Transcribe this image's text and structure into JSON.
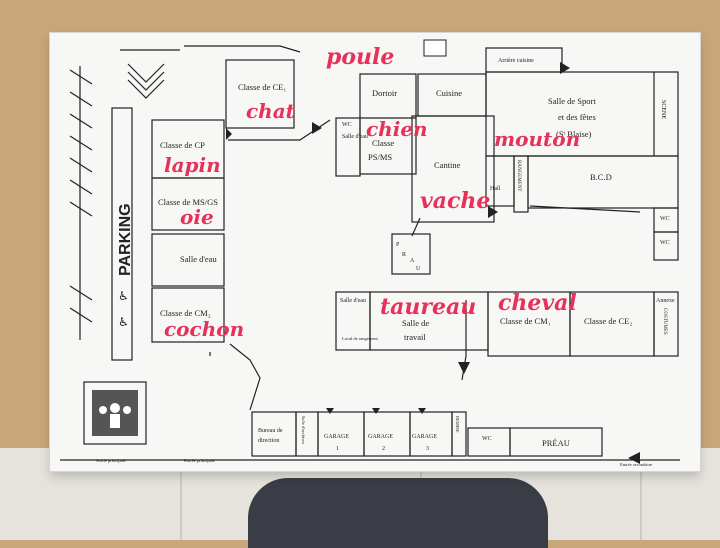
{
  "plan": {
    "rooms": {
      "ce1": "Classe de CE₁",
      "cp": "Classe de CP",
      "msgs": "Classe de MS/GS",
      "salle_eau": "Salle d'eau",
      "cm2": "Classe de CM₂",
      "wc_small": "WC",
      "salle_d_eau_small": "Salle d'eau",
      "dortoir": "Dortoir",
      "classe_psms_1": "Classe",
      "classe_psms_2": "PS/MS",
      "cuisine": "Cuisine",
      "arriere_cuisine": "Arrière cuisine",
      "cantine": "Cantine",
      "sport_1": "Salle de Sport",
      "sport_2": "et des fêtes",
      "sport_3": "(Sᵗ Blaise)",
      "scene": "SCENE",
      "hall": "Hall",
      "rangement": "RANGEMENT",
      "bcd": "B.C.D",
      "wc_f": "WC",
      "wc_m": "WC",
      "salle_deau_2": "Salle d'eau",
      "local_rangement": "Local de rangement",
      "salle_travail_1": "Salle de",
      "salle_travail_2": "travail",
      "cm1": "Classe de CM₁",
      "ce2": "Classe de CE₂",
      "annexe": "Annexe",
      "costumes": "COSTUMES",
      "bureau_1": "Bureau de",
      "bureau_2": "direction",
      "salle_archives": "Salle d'archives",
      "garage_1": "GARAGE",
      "garage_2": "GARAGE",
      "garage_3": "GARAGE",
      "remise": "REMISE",
      "wc_bottom": "WC",
      "preau": "PRÉAU",
      "parking": "PARKING",
      "sortie_principale": "Sortie principale",
      "entree_principale": "Entrée principale",
      "entree_secondaire": "Entrée secondaire",
      "pra_1": "P",
      "pra_2": "R",
      "pra_3": "A",
      "pra_4": "U"
    },
    "garage_numbers": [
      "1",
      "2",
      "3"
    ],
    "handwritten": {
      "poule": "poule",
      "chat": "chat",
      "chien": "chien",
      "mouton": "mouton",
      "lapin": "lapin",
      "oie": "oie",
      "vache": "vache",
      "cochon": "cochon",
      "taureau": "taureau",
      "cheval": "cheval"
    },
    "colors": {
      "ink": "#222222",
      "handwriting": "#e8315a",
      "table": "#c9a57a",
      "paper": "#f7f7f5"
    },
    "icons": [
      "assembly-point-icon",
      "wheelchair-icon",
      "arrow-icon"
    ]
  }
}
